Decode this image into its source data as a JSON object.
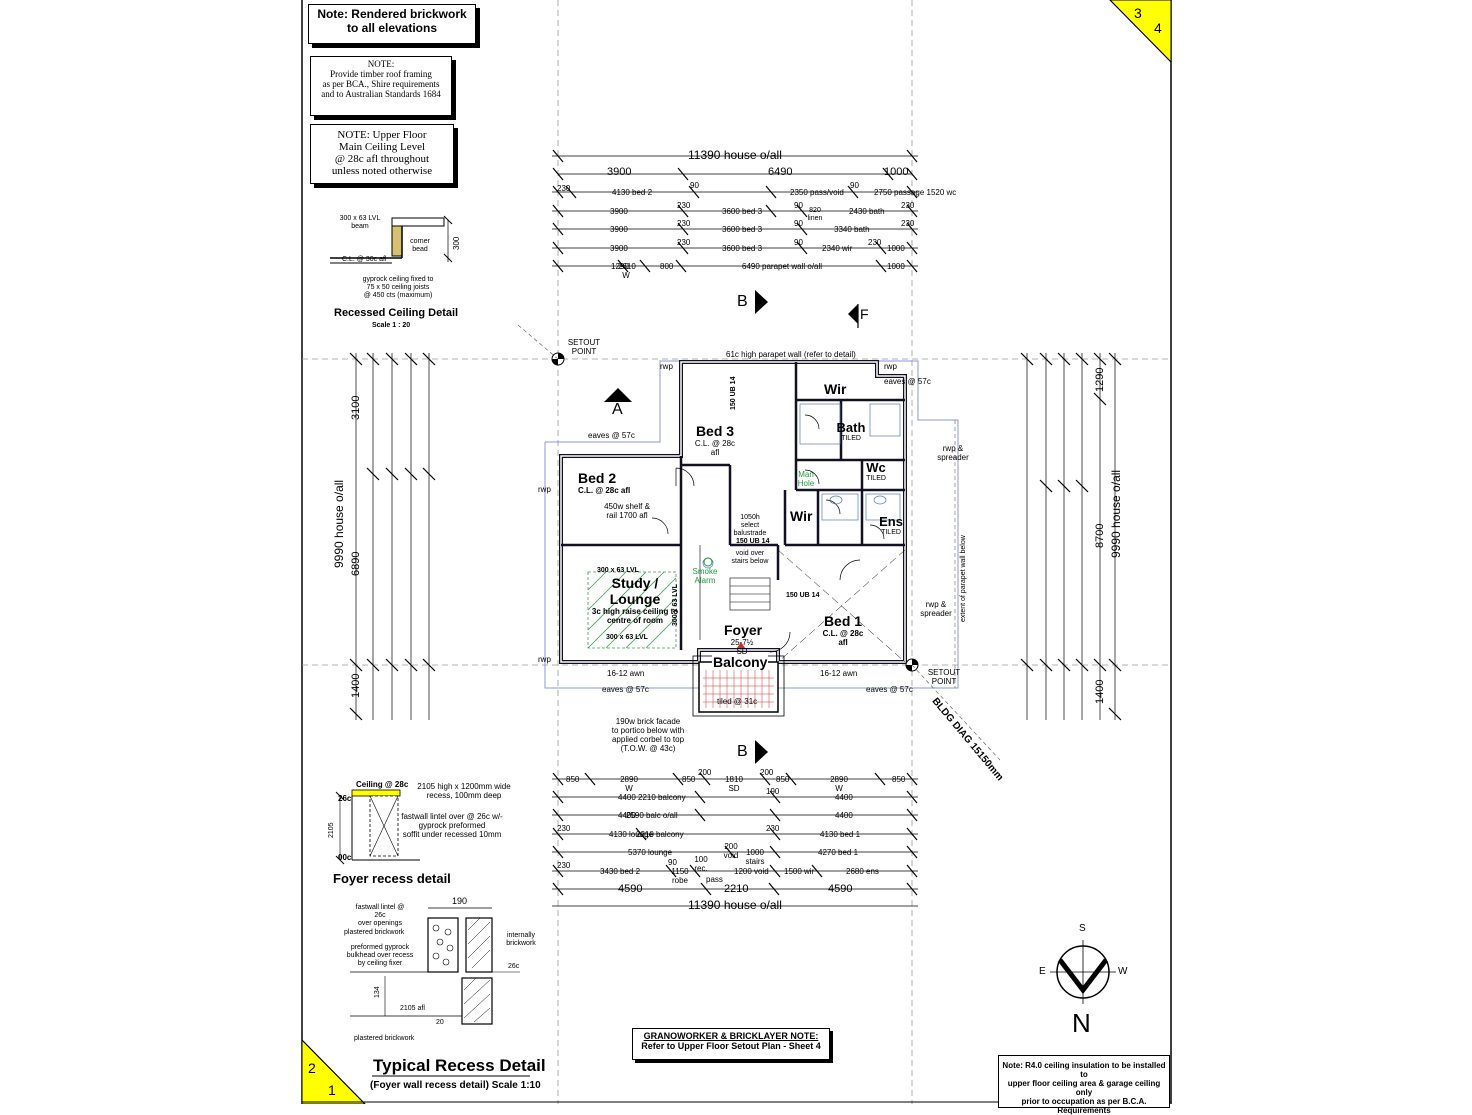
{
  "notes": {
    "brickwork": [
      "Note: Rendered brickwork",
      "to all elevations"
    ],
    "roof_framing": [
      "NOTE:",
      "Provide timber roof framing",
      "as per BCA., Shire requirements",
      "and to Australian Standards 1684"
    ],
    "ceiling_level": [
      "NOTE: Upper Floor",
      "Main Ceiling Level",
      "@ 28c afl throughout",
      "unless noted otherwise"
    ],
    "groundworker": [
      "GRANOWORKER & BRICKLAYER NOTE:",
      "Refer to Upper Floor Setout Plan - Sheet 4"
    ],
    "insulation": [
      "Note: R4.0 ceiling insulation to be installed to",
      "upper floor ceiling area & garage ceiling only",
      "prior to occupation as per B.C.A. Requirements"
    ]
  },
  "sheet_corners": {
    "top_left_num": "3",
    "top_right_num": "4",
    "bottom_left_num": "2",
    "bottom_left_small": "1"
  },
  "recessed_ceiling": {
    "title": "Recessed Ceiling Detail",
    "scale": "Scale 1 : 20",
    "beam": "300 x 63 LVL beam",
    "corner_bead": "corner bead",
    "dim": "300",
    "cl": "C.L. @ 30c afl",
    "gyprock": [
      "gyprock ceiling fixed to",
      "75 x 50 ceiling joists",
      "@ 450 cts (maximum)"
    ]
  },
  "foyer_recess": {
    "title": "Foyer recess detail",
    "ceiling": "Ceiling @ 28c",
    "c26": "26c",
    "c00": "00c",
    "dim": "2105",
    "note1": [
      "2105 high x 1200mm wide",
      "recess, 100mm deep"
    ],
    "note2": [
      "fastwall lintel over @ 26c w/-",
      "gyprock preformed",
      "soffit under recessed 10mm"
    ]
  },
  "typical_recess": {
    "title": "Typical Recess Detail",
    "subtitle": "(Foyer wall recess detail) Scale  1:10",
    "dim190": "190",
    "dim134": "134",
    "dim20": "20",
    "afl": "2105 afl",
    "c26": "26c",
    "labels": [
      "fastwall lintel @ 26c",
      "over openings",
      "plastered brickwork",
      "preformed gyprock",
      "bulkhead over recess",
      "by ceiling fixer",
      "internally",
      "brickwork",
      "plastered brickwork"
    ]
  },
  "plan": {
    "house_width": "11390 house o/all",
    "house_depth": "9990 house o/all",
    "top_dims": [
      "3900",
      "6490",
      "1000"
    ],
    "bottom_dims": [
      "4590",
      "2210",
      "4590"
    ],
    "left_dims": [
      "3100",
      "6890",
      "1400"
    ],
    "right_dims": [
      "1290",
      "8700",
      "1400"
    ],
    "top_rows": [
      [
        "230",
        "4130 bed 2",
        "90",
        "2350 pass/void",
        "90",
        "2750 passage 1520 wc"
      ],
      [
        "3900",
        "230",
        "3600 bed 3",
        "90",
        "820 linen",
        "2430 bath",
        "230"
      ],
      [
        "3900",
        "230",
        "3600 bed 3",
        "90",
        "3340 bath",
        "230"
      ],
      [
        "3900",
        "230",
        "3600 bed 3",
        "90",
        "2340 wir",
        "230",
        "1000"
      ],
      [
        "1290",
        "2610 W",
        "800",
        "6490 parapet wall o/all",
        "1000"
      ]
    ],
    "bottom_rows": [
      [
        "850",
        "2890 W",
        "850",
        "200",
        "1810 SD",
        "200",
        "850",
        "2890 W",
        "850"
      ],
      [
        "4400 2210 balcony",
        "190",
        "4400"
      ],
      [
        "4400",
        "2590 balc o/all",
        "4400"
      ],
      [
        "230",
        "4130 lounge",
        "2210 balcony",
        "230",
        "4130 bed 1"
      ],
      [
        "5370 lounge",
        "200 void",
        "1000 stairs",
        "4270 bed 1"
      ],
      [
        "230",
        "3430 bed 2",
        "90",
        "1150 robe",
        "100 rec.",
        "pass",
        "1200 void",
        "1500 wir",
        "2680 ens"
      ]
    ],
    "rooms": [
      {
        "name": "Bed 3",
        "sub": "C.L. @ 28c afl"
      },
      {
        "name": "Bed 2",
        "sub": "C.L. @ 28c afl"
      },
      {
        "name": "Study / Lounge",
        "sub": "3c high raise ceiling to centre of room"
      },
      {
        "name": "Bath",
        "sub": "TILED"
      },
      {
        "name": "Wir",
        "sub": ""
      },
      {
        "name": "Wc",
        "sub": "TILED"
      },
      {
        "name": "Wir",
        "sub": ""
      },
      {
        "name": "Ens",
        "sub": "TILED"
      },
      {
        "name": "Bed 1",
        "sub": "C.L. @ 28c afl"
      },
      {
        "name": "Foyer",
        "sub": "25-7½ SD"
      },
      {
        "name": "Balcony",
        "sub": "tiled @ 31c"
      }
    ],
    "labels": {
      "parapet": "61c high parapet wall (refer to detail)",
      "setout": "SETOUT POINT",
      "bldg_diag": "BLDG DIAG 15150mm",
      "eaves57": "eaves @ 57c",
      "awn": "16-12 awn",
      "smoke": "Smoke Alarm",
      "man_hole": "Man Hole",
      "balustrade": "1050h select balustrade",
      "void": "void over stairs below",
      "ub14": "150 UB 14",
      "lvl": "300 x 63 LVL",
      "shelf": "450w shelf & rail 1700 afl",
      "brick_facade": [
        "190w brick facade",
        "to portico below with",
        "applied corbel to top",
        "(T.O.W. @ 43c)"
      ],
      "parapet_ext": "extent of parapet wall below",
      "rwp": "rwp",
      "rwp_spreader": "rwp & spreader",
      "section_a": "A",
      "section_b": "B",
      "section_f": "F"
    }
  },
  "compass": {
    "n": "N",
    "s": "S",
    "e": "E",
    "w": "W"
  },
  "colors": {
    "corner_yellow": "#ffff00",
    "smoke_green": "#1a9c3a",
    "hatch_green": "#3c9c50",
    "balcony_red": "#d03030",
    "wet_blue": "#5577cc"
  }
}
